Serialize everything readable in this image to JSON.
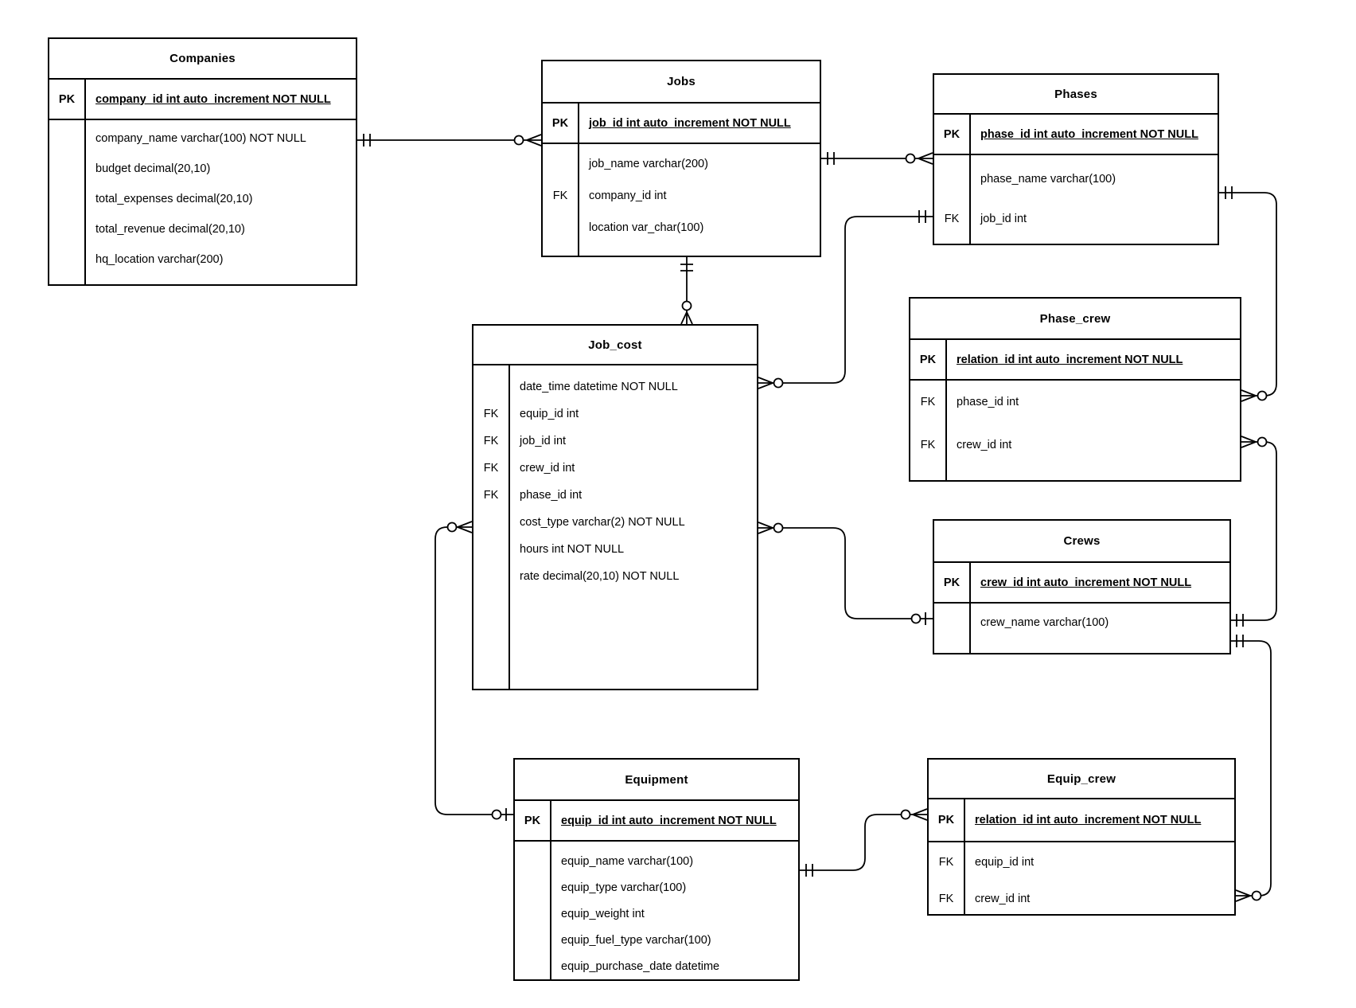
{
  "diagram": {
    "type": "entity-relationship-diagram",
    "background_color": "#ffffff",
    "line_color": "#000000",
    "notation": "crow's foot"
  },
  "entities": [
    {
      "id": "companies",
      "title": "Companies",
      "rows": [
        {
          "key": "PK",
          "text": "company_id int auto_increment NOT NULL",
          "pk": true
        },
        {
          "key": "",
          "text": "company_name varchar(100) NOT NULL"
        },
        {
          "key": "",
          "text": "budget decimal(20,10)"
        },
        {
          "key": "",
          "text": "total_expenses decimal(20,10)"
        },
        {
          "key": "",
          "text": "total_revenue decimal(20,10)"
        },
        {
          "key": "",
          "text": "hq_location varchar(200)"
        }
      ]
    },
    {
      "id": "jobs",
      "title": "Jobs",
      "rows": [
        {
          "key": "PK",
          "text": "job_id int auto_increment NOT NULL",
          "pk": true
        },
        {
          "key": "",
          "text": "job_name varchar(200)"
        },
        {
          "key": "FK",
          "text": "company_id int"
        },
        {
          "key": "",
          "text": "location var_char(100)"
        }
      ]
    },
    {
      "id": "phases",
      "title": "Phases",
      "rows": [
        {
          "key": "PK",
          "text": "phase_id int auto_increment NOT NULL",
          "pk": true
        },
        {
          "key": "",
          "text": "phase_name varchar(100)"
        },
        {
          "key": "FK",
          "text": "job_id int"
        }
      ]
    },
    {
      "id": "phase_crew",
      "title": "Phase_crew",
      "rows": [
        {
          "key": "PK",
          "text": "relation_id int auto_increment NOT NULL",
          "pk": true
        },
        {
          "key": "FK",
          "text": "phase_id int"
        },
        {
          "key": "FK",
          "text": "crew_id int"
        }
      ]
    },
    {
      "id": "job_cost",
      "title": "Job_cost",
      "rows": [
        {
          "key": "",
          "text": "date_time datetime NOT NULL"
        },
        {
          "key": "FK",
          "text": "equip_id int"
        },
        {
          "key": "FK",
          "text": "job_id int"
        },
        {
          "key": "FK",
          "text": "crew_id int"
        },
        {
          "key": "FK",
          "text": "phase_id int"
        },
        {
          "key": "",
          "text": "cost_type varchar(2) NOT NULL"
        },
        {
          "key": "",
          "text": "hours int NOT NULL"
        },
        {
          "key": "",
          "text": "rate decimal(20,10) NOT NULL"
        }
      ]
    },
    {
      "id": "crews",
      "title": "Crews",
      "rows": [
        {
          "key": "PK",
          "text": "crew_id int auto_increment NOT NULL",
          "pk": true
        },
        {
          "key": "",
          "text": "crew_name varchar(100)"
        }
      ]
    },
    {
      "id": "equipment",
      "title": "Equipment",
      "rows": [
        {
          "key": "PK",
          "text": "equip_id int auto_increment NOT NULL",
          "pk": true
        },
        {
          "key": "",
          "text": "equip_name varchar(100)"
        },
        {
          "key": "",
          "text": "equip_type varchar(100)"
        },
        {
          "key": "",
          "text": "equip_weight int"
        },
        {
          "key": "",
          "text": "equip_fuel_type varchar(100)"
        },
        {
          "key": "",
          "text": "equip_purchase_date datetime"
        }
      ]
    },
    {
      "id": "equip_crew",
      "title": "Equip_crew",
      "rows": [
        {
          "key": "PK",
          "text": "relation_id int auto_increment NOT NULL",
          "pk": true
        },
        {
          "key": "FK",
          "text": "equip_id int"
        },
        {
          "key": "FK",
          "text": "crew_id int"
        }
      ]
    }
  ],
  "relationships": [
    {
      "from": "Companies",
      "from_cardinality": "one and only one",
      "to": "Jobs",
      "to_cardinality": "zero or many"
    },
    {
      "from": "Jobs",
      "from_cardinality": "one and only one",
      "to": "Phases",
      "to_cardinality": "zero or many"
    },
    {
      "from": "Jobs",
      "from_cardinality": "one and only one",
      "to": "Job_cost",
      "to_cardinality": "zero or many"
    },
    {
      "from": "Phases",
      "from_cardinality": "one and only one",
      "to": "Job_cost",
      "to_cardinality": "zero or many"
    },
    {
      "from": "Crews",
      "from_cardinality": "zero or one",
      "to": "Job_cost",
      "to_cardinality": "zero or many"
    },
    {
      "from": "Equipment",
      "from_cardinality": "zero or one",
      "to": "Job_cost",
      "to_cardinality": "zero or many"
    },
    {
      "from": "Phases",
      "from_cardinality": "one and only one",
      "to": "Phase_crew",
      "to_cardinality": "zero or many"
    },
    {
      "from": "Crews",
      "from_cardinality": "one and only one",
      "to": "Phase_crew",
      "to_cardinality": "zero or many"
    },
    {
      "from": "Crews",
      "from_cardinality": "one and only one",
      "to": "Equip_crew",
      "to_cardinality": "zero or many"
    },
    {
      "from": "Equipment",
      "from_cardinality": "one and only one",
      "to": "Equip_crew",
      "to_cardinality": "zero or many"
    }
  ]
}
